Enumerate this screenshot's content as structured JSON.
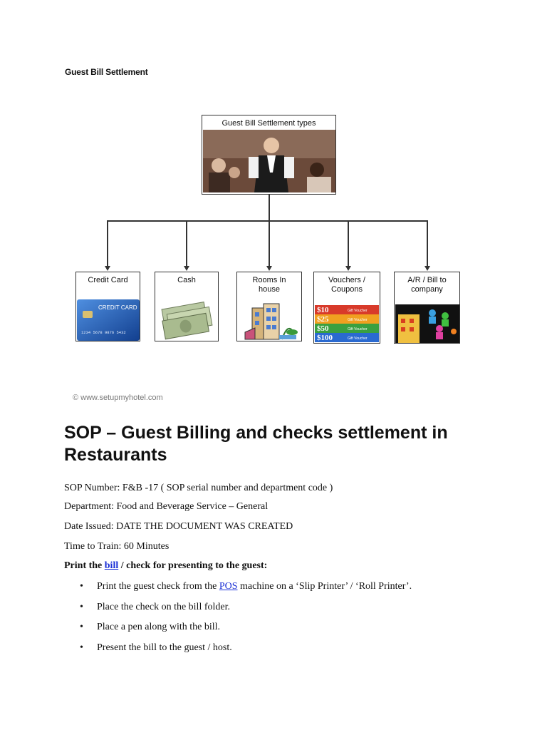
{
  "heading": "Guest Bill Settlement",
  "diagram": {
    "top_label": "Guest  Bill Settlement types",
    "children": [
      {
        "label": "Credit Card",
        "card_text": "CREDIT CARD",
        "card_number": "1234  5678  9876  5432"
      },
      {
        "label": "Cash"
      },
      {
        "label": "Rooms In house"
      },
      {
        "label": "Vouchers / Coupons",
        "vouchers": [
          "$10",
          "$25",
          "$50",
          "$100"
        ],
        "voucher_word": "Gift Voucher"
      },
      {
        "label": "A/R / Bill to company"
      }
    ]
  },
  "copyright": "© www.setupmyhotel.com",
  "title": "SOP – Guest Billing and checks settlement in Restaurants",
  "info": {
    "sop_number": "SOP Number: F&B -17 ( SOP serial number and department code )",
    "department": "Department: Food and Beverage Service – General",
    "date_issued": "Date Issued: DATE THE DOCUMENT WAS CREATED",
    "time_to_train": "Time to Train: 60 Minutes"
  },
  "section": {
    "prefix": "Print the ",
    "link": "bill",
    "suffix": " / check for presenting to the guest:"
  },
  "bullets": {
    "b1_pre": "Print the guest check from the ",
    "b1_link": "POS",
    "b1_post": " machine on a ‘Slip Printer’ / ‘Roll Printer’.",
    "b2": "Place the check on the bill folder.",
    "b3": "Place a pen along with the bill.",
    "b4": "Present the bill to the guest / host."
  },
  "colors": {
    "link": "#1a2fd6",
    "card_blue": "#1f5fbf"
  }
}
